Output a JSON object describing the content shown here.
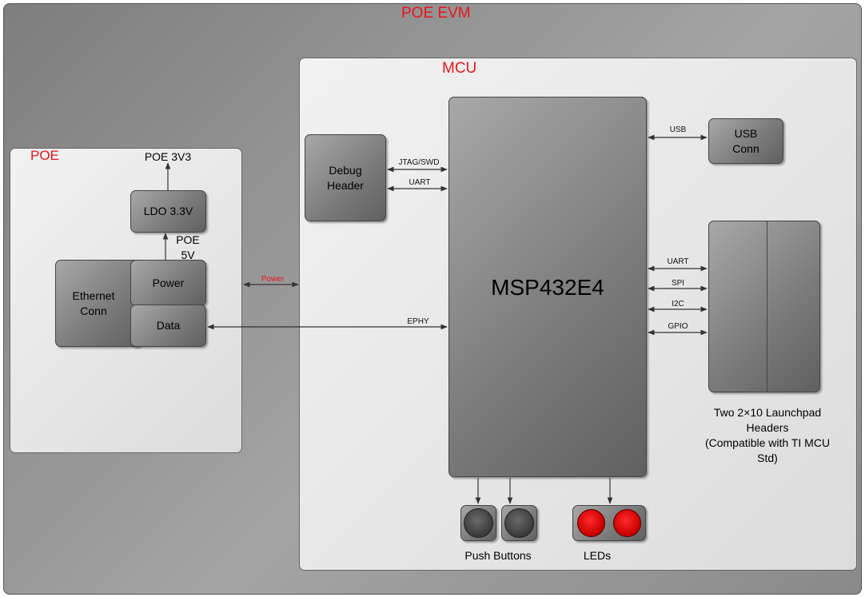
{
  "outer": {
    "title": "POE EVM"
  },
  "poe": {
    "title": "POE",
    "top_label": "POE 3V3",
    "ldo": "LDO 3.3V",
    "poe5v_line1": "POE",
    "poe5v_line2": "5V",
    "ethernet_line1": "Ethernet",
    "ethernet_line2": "Conn",
    "power": "Power",
    "data": "Data"
  },
  "mcu": {
    "title": "MCU",
    "chip": "MSP432E4",
    "debug_line1": "Debug",
    "debug_line2": "Header",
    "usb_line1": "USB",
    "usb_line2": "Conn",
    "headers_line1": "Two 2×10 Launchpad",
    "headers_line2": "Headers",
    "headers_line3": "(Compatible with TI MCU",
    "headers_line4": "Std)",
    "push_buttons": "Push Buttons",
    "leds": "LEDs"
  },
  "signals": {
    "power": "Power",
    "jtag": "JTAG/SWD",
    "uart_debug": "UART",
    "usb": "USB",
    "uart": "UART",
    "spi": "SPI",
    "i2c": "I2C",
    "gpio": "GPIO",
    "ephy": "EPHY"
  },
  "colors": {
    "title_red": "#e8151b",
    "led_red": "#dd0000"
  }
}
